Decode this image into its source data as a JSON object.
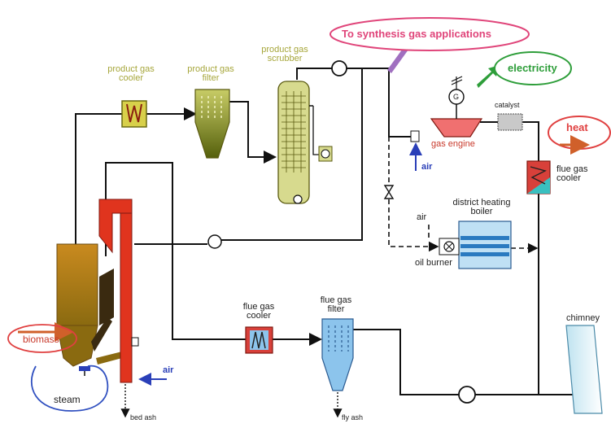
{
  "labels": {
    "product_gas_cooler": "product gas cooler",
    "product_gas_filter": "product gas filter",
    "product_gas_scrubber": "product gas scrubber",
    "synthesis": "To synthesis gas applications",
    "electricity": "electricity",
    "heat": "heat",
    "catalyst": "catalyst",
    "gas_engine": "gas engine",
    "air_engine": "air",
    "flue_gas_cooler_right": "flue gas cooler",
    "district_heating_boiler": "district heating boiler",
    "air_burner": "air",
    "oil_burner": "oil burner",
    "chimney": "chimney",
    "flue_gas_cooler_bottom": "flue gas cooler",
    "flue_gas_filter": "flue gas filter",
    "biomass": "biomass",
    "steam": "steam",
    "air_gasifier": "air",
    "bed_ash": "bed ash",
    "fly_ash": "fly ash",
    "generator": "G"
  },
  "colors": {
    "line": "#111111",
    "olive_label": "#a6a63a",
    "filter_fill": "#b9bd52",
    "scrubber_fill": "#d7da8e",
    "gasifier_fill": "#c98a1f",
    "combustor_fill": "#e0341e",
    "blue_equipment": "#8cc4ec",
    "synthesis_ellipse": "#e0457a",
    "electricity_ellipse": "#2e9e3a",
    "heat_ellipse": "#e04040",
    "steam_ellipse": "#3050c0",
    "blue_text": "#2a3fb8"
  }
}
